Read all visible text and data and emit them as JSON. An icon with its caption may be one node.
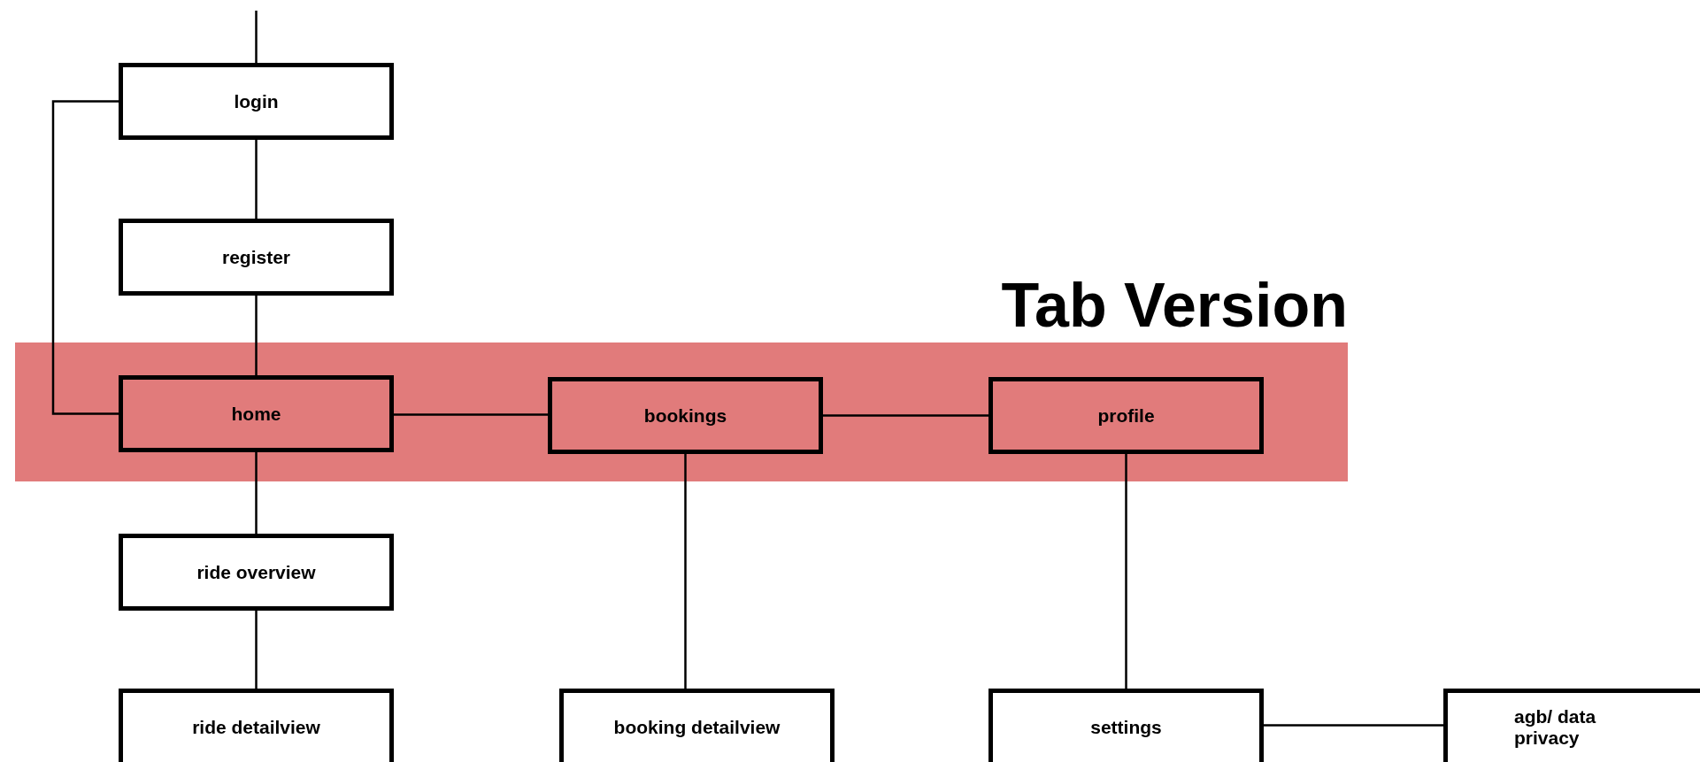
{
  "diagram": {
    "nodes": [
      {
        "text": [
          "login"
        ]
      },
      {
        "text": [
          "register"
        ]
      },
      {
        "text": [
          "Tab Version"
        ]
      },
      {
        "text": [
          "home"
        ],
        "in": 2
      },
      {
        "text": [
          "bookings"
        ],
        "in": 2
      },
      {
        "text": [
          "profile"
        ],
        "in": 2
      },
      {
        "text": [
          "ride overview"
        ]
      },
      {
        "text": [
          "ride detailview"
        ]
      },
      {
        "text": [
          "booking detailview"
        ]
      },
      {
        "text": [
          "settings"
        ]
      },
      {
        "text": [
          "agb/ data privacy"
        ]
      }
    ],
    "edges": [
      {
        "from": null,
        "to": 0,
        "arrow": "none"
      },
      {
        "from": 0,
        "to": 1,
        "arrow": "none"
      },
      {
        "from": 1,
        "to": 3,
        "arrow": "none"
      },
      {
        "from": 0,
        "to": 3,
        "arrow": "none"
      },
      {
        "from": 3,
        "to": 4,
        "arrow": "none"
      },
      {
        "from": 4,
        "to": 5,
        "arrow": "none"
      },
      {
        "from": 3,
        "to": 6,
        "arrow": "none"
      },
      {
        "from": 6,
        "to": 7,
        "arrow": "none"
      },
      {
        "from": 4,
        "to": 8,
        "arrow": "none"
      },
      {
        "from": 5,
        "to": 9,
        "arrow": "none"
      },
      {
        "from": 9,
        "to": 10,
        "arrow": "none"
      }
    ]
  }
}
